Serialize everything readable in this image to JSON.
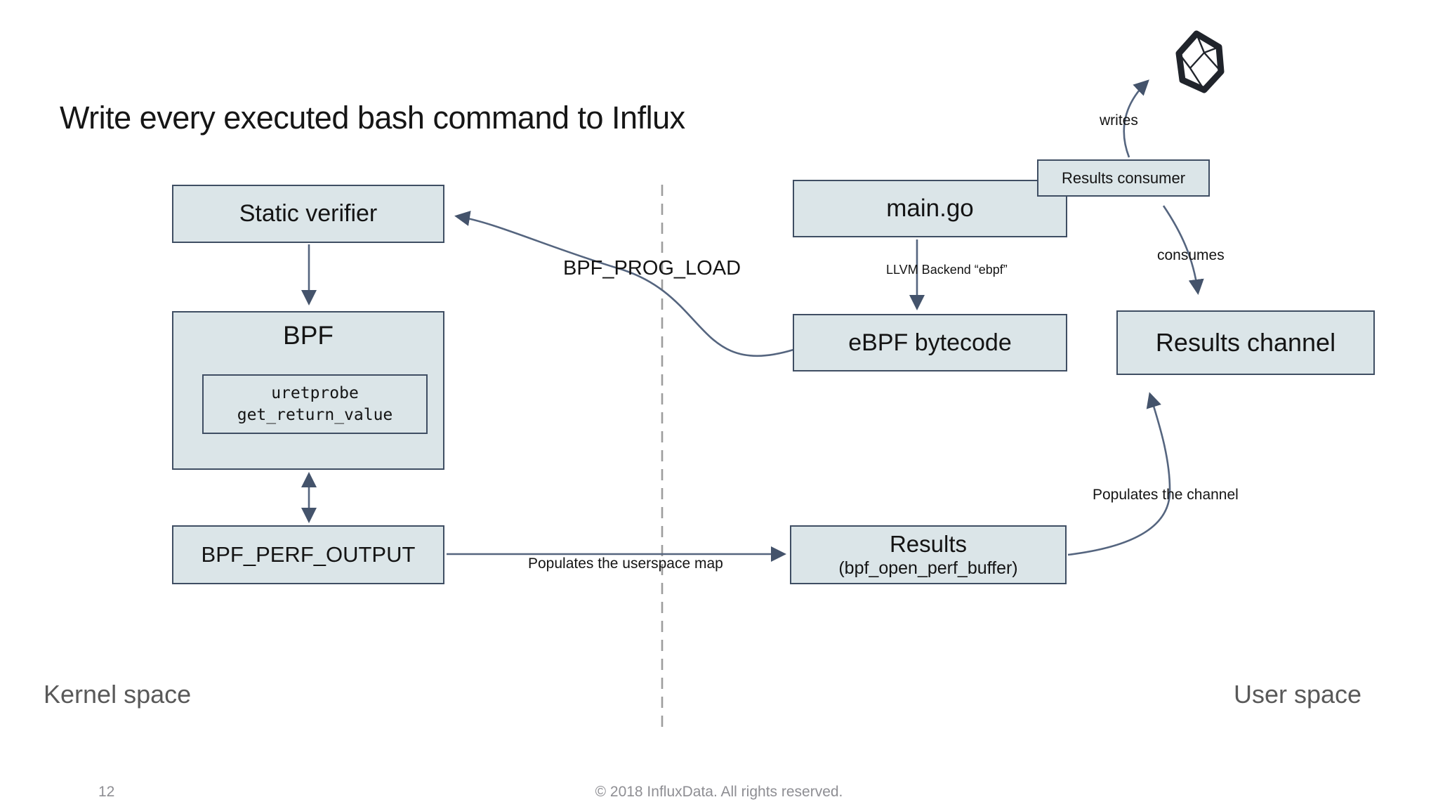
{
  "slide": {
    "title": "Write every executed bash command to Influx",
    "kernel_space_label": "Kernel space",
    "user_space_label": "User space",
    "page_number": "12",
    "copyright": "© 2018 InfluxData. All rights reserved."
  },
  "boxes": {
    "static_verifier": "Static verifier",
    "bpf": "BPF",
    "uretprobe_line1": "uretprobe",
    "uretprobe_line2": "get_return_value",
    "bpf_perf_output": "BPF_PERF_OUTPUT",
    "main_go": "main.go",
    "ebpf_bytecode": "eBPF bytecode",
    "results_channel": "Results channel",
    "results_title": "Results",
    "results_subtitle": "(bpf_open_perf_buffer)",
    "results_consumer": "Results consumer"
  },
  "labels": {
    "bpf_prog_load": "BPF_PROG_LOAD",
    "llvm_backend": "LLVM Backend “ebpf”",
    "writes": "writes",
    "consumes": "consumes",
    "populates_userspace": "Populates the userspace map",
    "populates_channel": "Populates the channel"
  },
  "icons": {
    "influxdb_logo": "influxdb-logo"
  },
  "colors": {
    "box_fill": "#dbe5e8",
    "box_border": "#3f4e63",
    "connector": "#55657f",
    "divider": "#9d9d9d",
    "space_label": "#595959",
    "footer_text": "#8e8e93",
    "logo": "#20242b"
  }
}
